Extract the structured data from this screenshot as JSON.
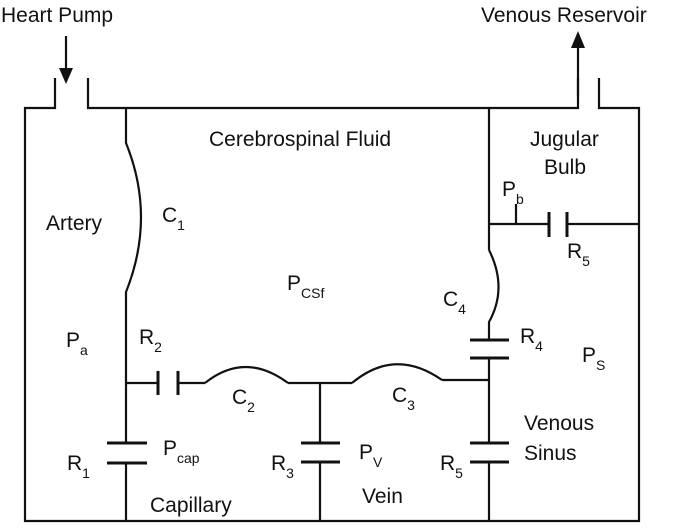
{
  "labels": {
    "heart_pump": "Heart Pump",
    "venous_reservoir": "Venous Reservoir",
    "csf": "Cerebrospinal Fluid",
    "jugular_line1": "Jugular",
    "jugular_line2": "Bulb",
    "artery": "Artery",
    "capillary": "Capillary",
    "vein": "Vein",
    "venous_line1": "Venous",
    "venous_line2": "Sinus"
  },
  "symbols": {
    "c1": {
      "main": "C",
      "sub": "1"
    },
    "c2": {
      "main": "C",
      "sub": "2"
    },
    "c3": {
      "main": "C",
      "sub": "3"
    },
    "c4": {
      "main": "C",
      "sub": "4"
    },
    "r1": {
      "main": "R",
      "sub": "1"
    },
    "r2": {
      "main": "R",
      "sub": "2"
    },
    "r3": {
      "main": "R",
      "sub": "3"
    },
    "r4": {
      "main": "R",
      "sub": "4"
    },
    "r5_top": {
      "main": "R",
      "sub": "5"
    },
    "r5_bottom": {
      "main": "R",
      "sub": "5"
    },
    "pa": {
      "main": "P",
      "sub": "a"
    },
    "pb": {
      "main": "P",
      "sub": "b"
    },
    "pcsf": {
      "main": "P",
      "sub": "CSf"
    },
    "pcap": {
      "main": "P",
      "sub": "cap"
    },
    "pv": {
      "main": "P",
      "sub": "V"
    },
    "ps": {
      "main": "P",
      "sub": "S"
    }
  },
  "colors": {
    "ink": "#111111",
    "background": "#ffffff"
  }
}
